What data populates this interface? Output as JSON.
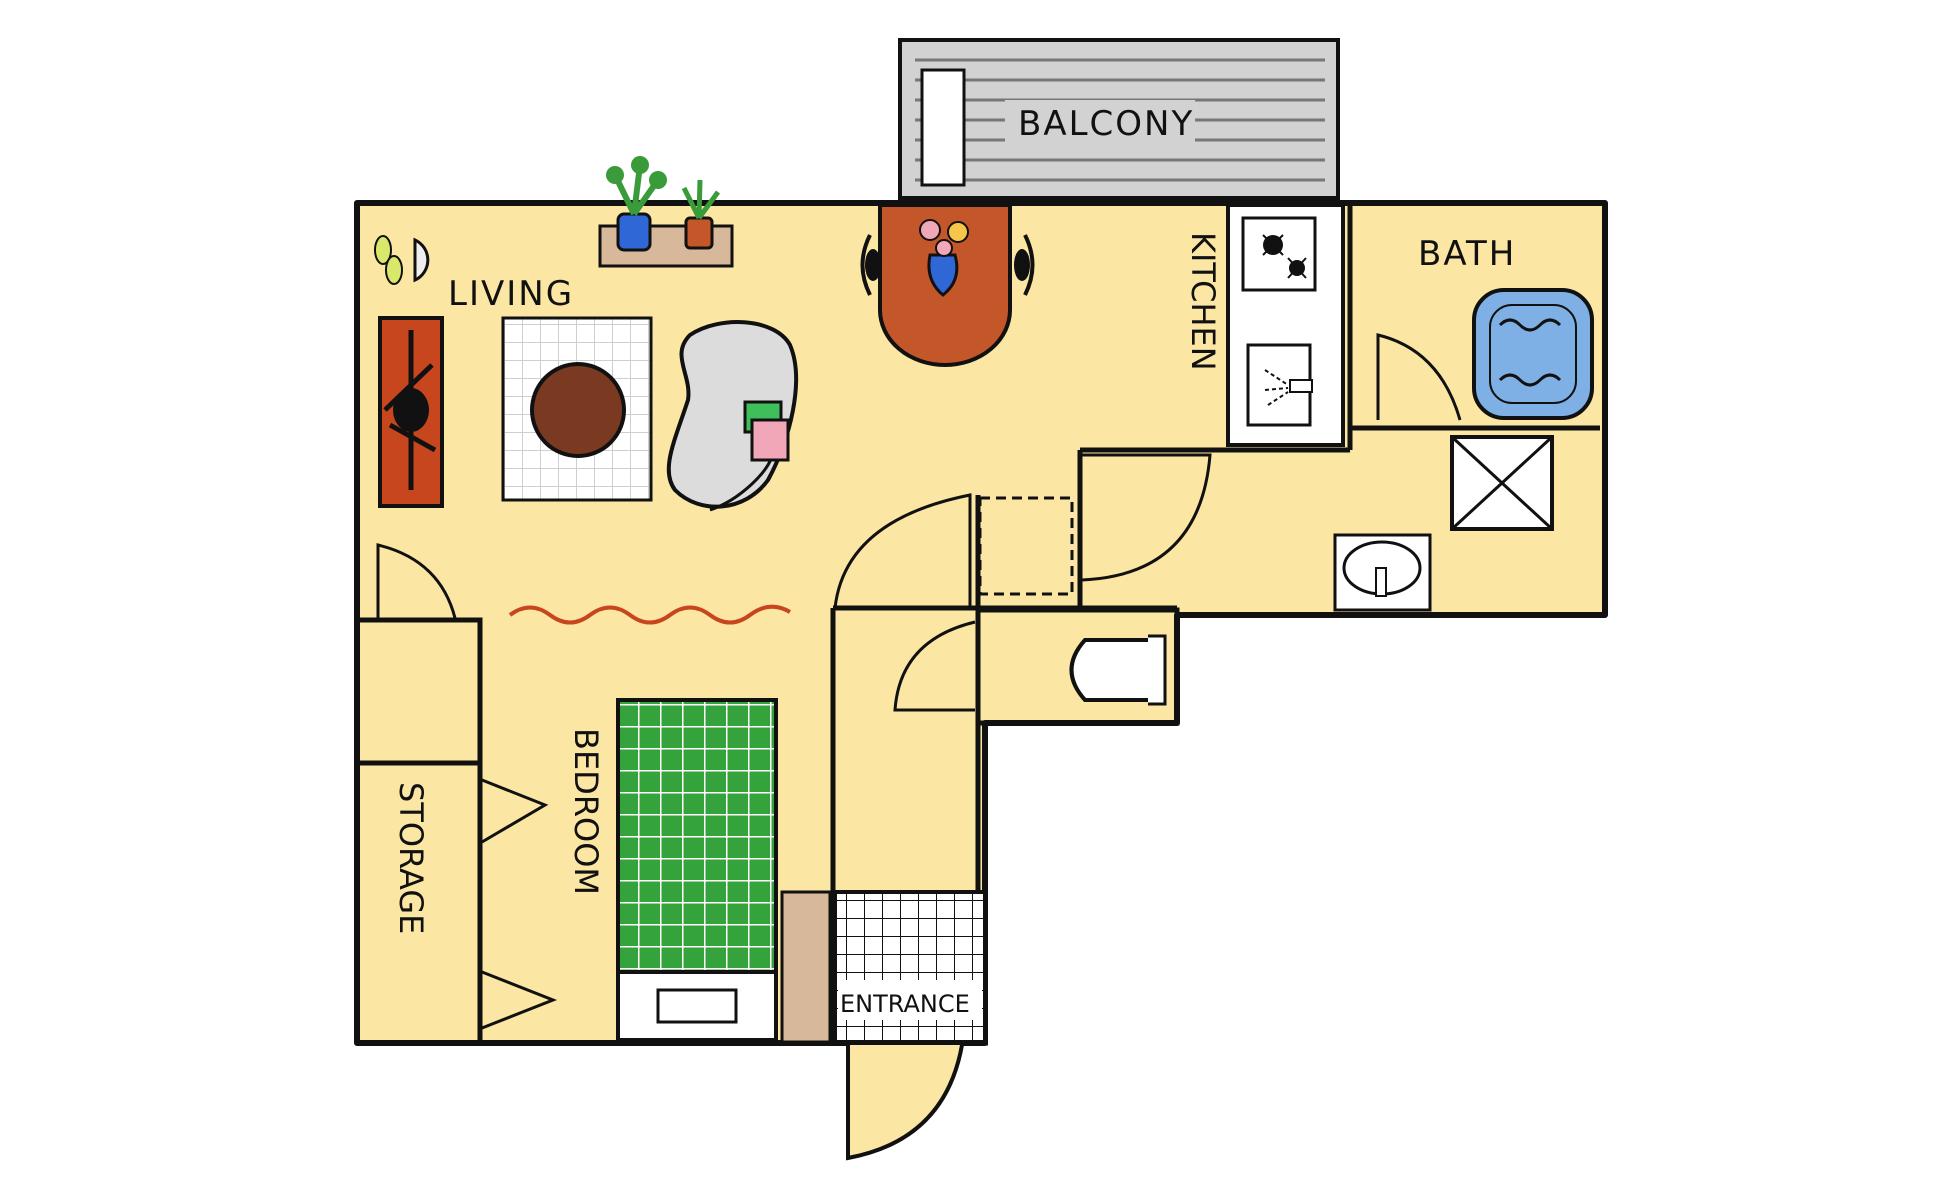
{
  "labels": {
    "balcony": "BALCONY",
    "living": "LIVING",
    "kitchen": "KITCHEN",
    "bath": "BATH",
    "bedroom": "BEDROOM",
    "storage": "STORAGE",
    "entrance": "ENTRANCE"
  },
  "colors": {
    "floor": "#fbe6a4",
    "wall": "#111111",
    "balcony": "#d2d2d2",
    "rug_red": "#c8461e",
    "table_brown": "#7a3a22",
    "dining_table": "#c4572a",
    "bed_green": "#35a33c",
    "tub_blue": "#7eb0e6",
    "closet_tan": "#d8b89a",
    "sofa_gray": "#dcdcdc",
    "vase_blue": "#2f67d6",
    "plant_green": "#3a9b3a"
  },
  "icons": [
    "wall-lamp-icon",
    "potted-plant-icon",
    "floor-rug-icon",
    "coffee-table-icon",
    "sofa-chair-icon",
    "dining-table-icon",
    "flower-vase-icon",
    "stove-icon",
    "kitchen-sink-icon",
    "bathtub-icon",
    "shower-drain-icon",
    "wash-basin-icon",
    "toilet-icon",
    "bed-icon",
    "pillow-icon",
    "radiator-icon",
    "door-swing-icon"
  ]
}
